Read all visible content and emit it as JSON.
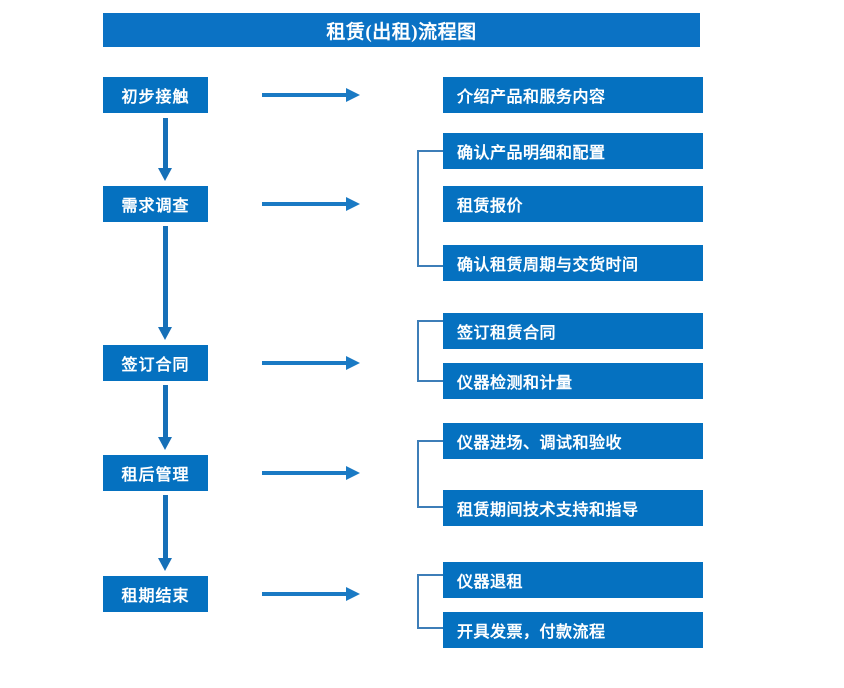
{
  "title": "租赁(出租)流程图",
  "colors": {
    "title_bar": "#0b72c4",
    "box_fill": "#0571c0",
    "box_text": "#ffffff",
    "arrow": "#1a7ac4",
    "bracket": "#3d7eb8",
    "background": "#ffffff"
  },
  "stages": [
    {
      "label": "初步接触"
    },
    {
      "label": "需求调查"
    },
    {
      "label": "签订合同"
    },
    {
      "label": "租后管理"
    },
    {
      "label": "租期结束"
    }
  ],
  "details": [
    {
      "label": "介绍产品和服务内容"
    },
    {
      "label": "确认产品明细和配置"
    },
    {
      "label": "租赁报价"
    },
    {
      "label": "确认租赁周期与交货时间"
    },
    {
      "label": "签订租赁合同"
    },
    {
      "label": "仪器检测和计量"
    },
    {
      "label": "仪器进场、调试和验收"
    },
    {
      "label": "租赁期间技术支持和指导"
    },
    {
      "label": "仪器退租"
    },
    {
      "label": "开具发票，付款流程"
    }
  ],
  "groups": [
    {
      "stage": "需求调查",
      "details": [
        "确认产品明细和配置",
        "租赁报价",
        "确认租赁周期与交货时间"
      ]
    },
    {
      "stage": "签订合同",
      "details": [
        "签订租赁合同",
        "仪器检测和计量"
      ]
    },
    {
      "stage": "租后管理",
      "details": [
        "仪器进场、调试和验收",
        "租赁期间技术支持和指导"
      ]
    },
    {
      "stage": "租期结束",
      "details": [
        "仪器退租",
        "开具发票，付款流程"
      ]
    }
  ]
}
